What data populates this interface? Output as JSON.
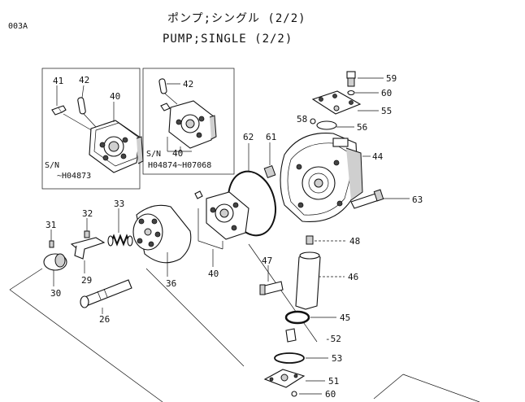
{
  "header": {
    "page_code": "003A",
    "title_jp": "ポンプ;シングル (2/2)",
    "title_en": "PUMP;SINGLE (2/2)"
  },
  "insets": {
    "left": {
      "sn_label": "S/N",
      "sn_range": "~H04873"
    },
    "right": {
      "sn_label": "S/N",
      "sn_range": "H04874~H07068"
    }
  },
  "callouts": {
    "c41": "41",
    "c42a": "42",
    "c40a": "40",
    "c42b": "42",
    "c40b": "40",
    "c59": "59",
    "c60a": "60",
    "c55": "55",
    "c58": "58",
    "c56": "56",
    "c62": "62",
    "c61": "61",
    "c44": "44",
    "c63": "63",
    "c33": "33",
    "c32": "32",
    "c31": "31",
    "c29": "29",
    "c30": "30",
    "c36": "36",
    "c26": "26",
    "c40c": "40",
    "c48": "48",
    "c47": "47",
    "c46": "46",
    "c45": "45",
    "c52": "-52",
    "c53": "53",
    "c51": "51",
    "c60b": "60"
  }
}
